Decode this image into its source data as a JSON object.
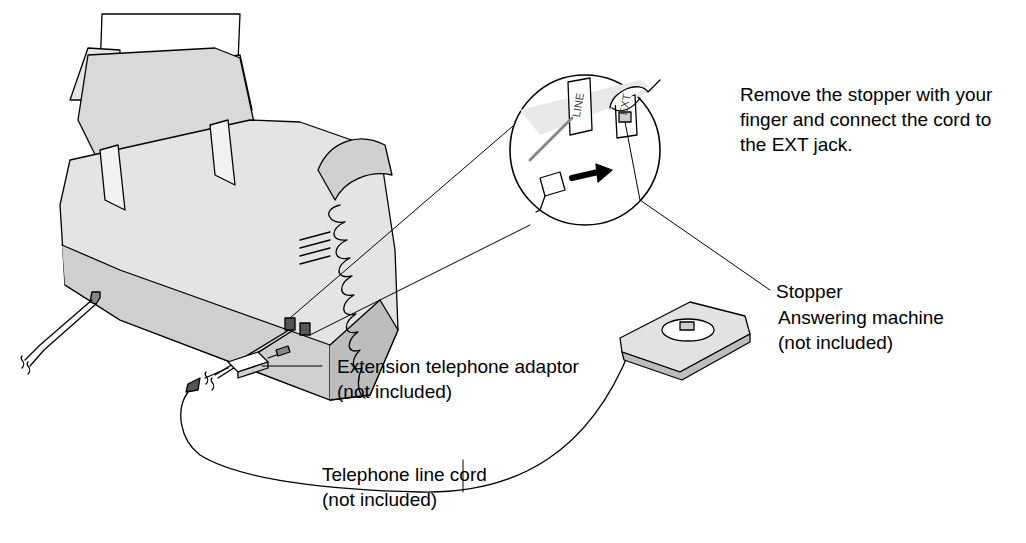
{
  "diagram": {
    "labels": [
      "Remove the stopper with your finger and connect the cord to the EXT jack.",
      "LINE",
      "EXT",
      "Stopper",
      "Extension telephone adaptor (not included)",
      "Answering machine (not included)",
      "Telephone line cord (not included)"
    ]
  }
}
